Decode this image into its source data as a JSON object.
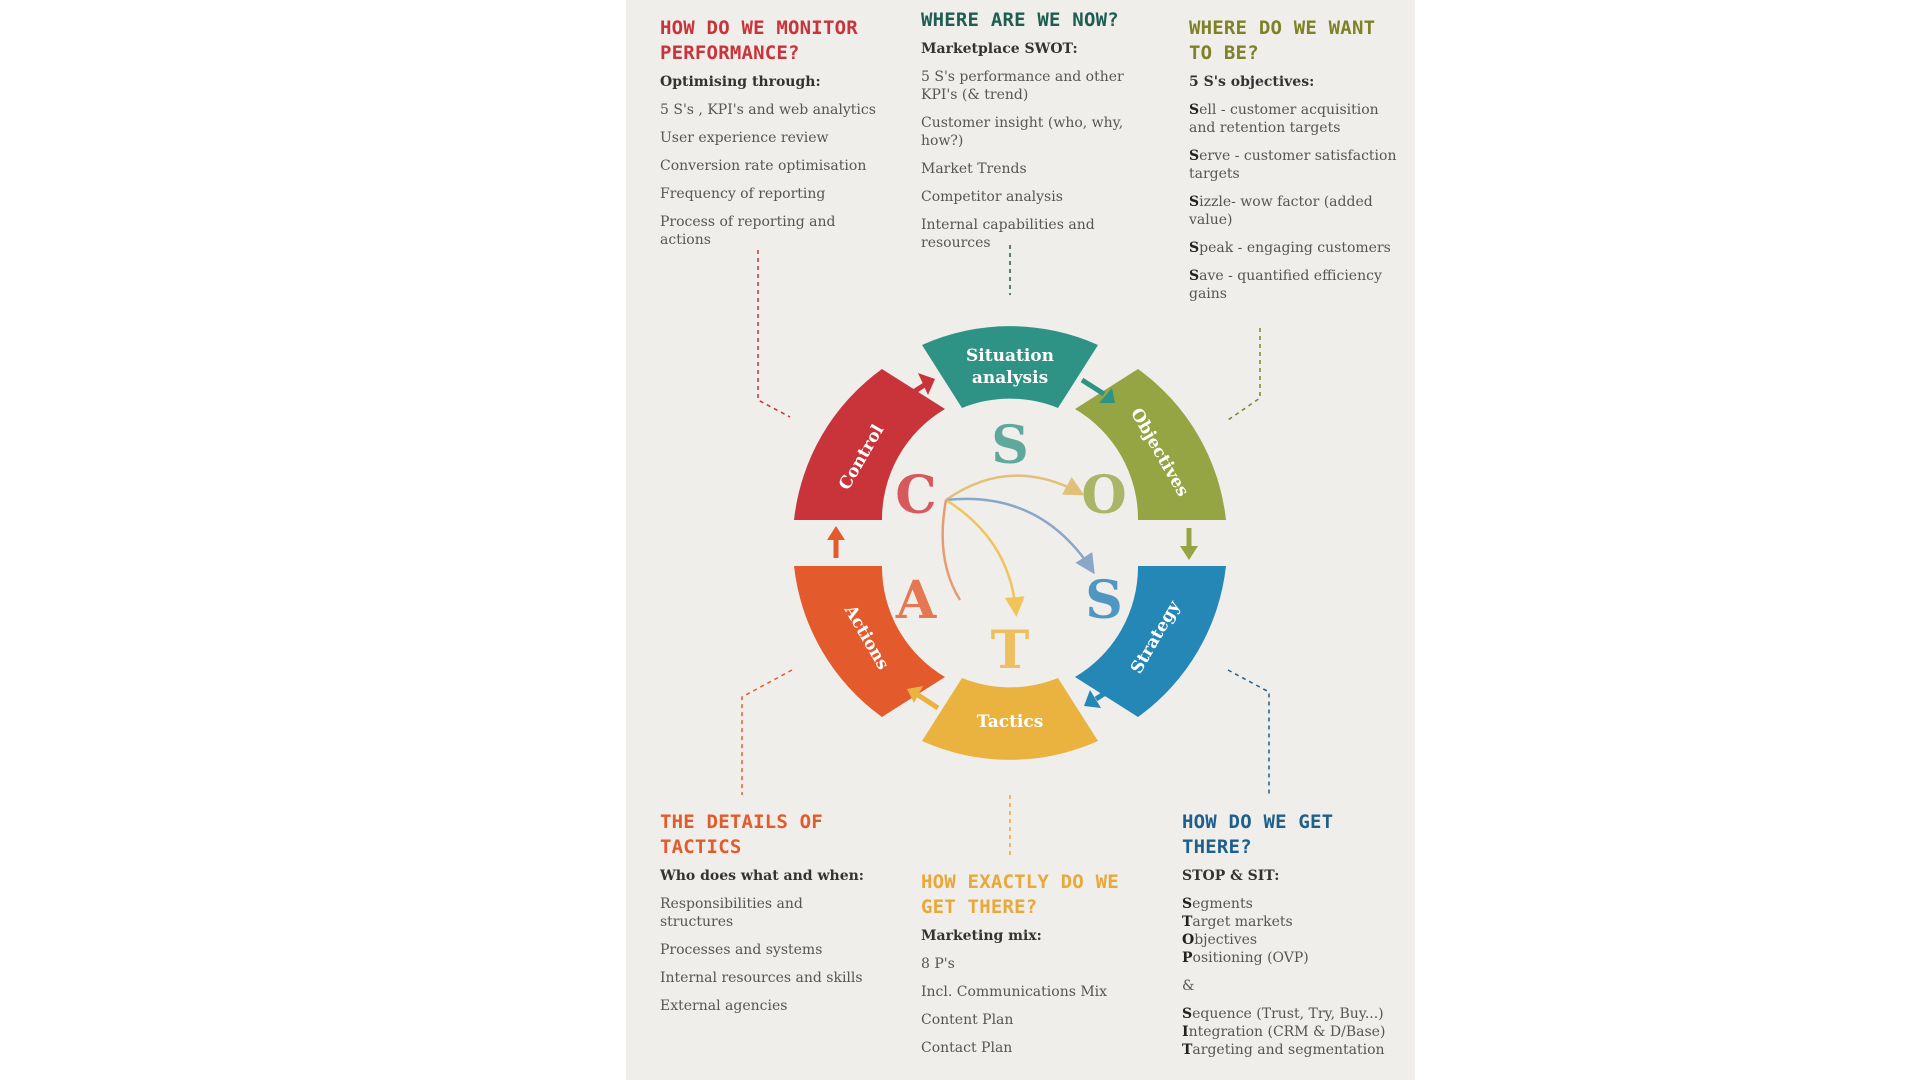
{
  "colors": {
    "control": "#c8343a",
    "situation": "#2e9385",
    "objectives": "#95a544",
    "strategy": "#2587b5",
    "tactics": "#eab33f",
    "actions": "#e35a2c",
    "heading_monitor": "#c8343a",
    "heading_now": "#1e5d52",
    "heading_want": "#7d8226",
    "heading_details": "#e35a2c",
    "heading_exactly": "#e8a83a",
    "heading_there": "#1e5f8c"
  },
  "monitor": {
    "title": "HOW DO WE MONITOR PERFORMANCE?",
    "intro": "Optimising through:",
    "items": [
      "5 S's , KPI's and web analytics",
      "User experience review",
      "Conversion rate optimisation",
      "Frequency of reporting",
      "Process of reporting and actions"
    ]
  },
  "now": {
    "title": "WHERE ARE WE NOW?",
    "intro": "Marketplace SWOT:",
    "items": [
      "5 S's performance and other KPI's (& trend)",
      "Customer insight (who, why, how?)",
      "Market Trends",
      "Competitor analysis",
      "Internal capabilities and resources"
    ]
  },
  "want": {
    "title": "WHERE DO WE WANT TO BE?",
    "intro": "5 S's objectives:",
    "items": [
      {
        "initial": "S",
        "rest": "ell - customer acquisition and retention targets"
      },
      {
        "initial": "S",
        "rest": "erve - customer satisfaction targets"
      },
      {
        "initial": "S",
        "rest": "izzle- wow factor (added value)"
      },
      {
        "initial": "S",
        "rest": "peak - engaging customers"
      },
      {
        "initial": "S",
        "rest": "ave - quantified efficiency gains"
      }
    ]
  },
  "details": {
    "title": "THE DETAILS OF TACTICS",
    "intro": "Who does what and when:",
    "items": [
      "Responsibilities and structures",
      "Processes and systems",
      "Internal resources and skills",
      "External agencies"
    ]
  },
  "exactly": {
    "title": "HOW EXACTLY DO WE GET THERE?",
    "intro": "Marketing mix:",
    "items": [
      "8 P's",
      "Incl. Communications Mix",
      "Content Plan",
      "Contact Plan"
    ]
  },
  "there": {
    "title": "HOW DO WE GET THERE?",
    "intro": "STOP & SIT:",
    "stop": [
      {
        "initial": "S",
        "rest": "egments"
      },
      {
        "initial": "T",
        "rest": "arget markets"
      },
      {
        "initial": "O",
        "rest": "bjectives"
      },
      {
        "initial": "P",
        "rest": "ositioning (OVP)"
      }
    ],
    "amp": "&",
    "sit": [
      {
        "initial": "S",
        "rest": "equence (Trust, Try, Buy...)"
      },
      {
        "initial": "I",
        "rest": "ntegration (CRM & D/Base)"
      },
      {
        "initial": "T",
        "rest": "argeting and segmentation"
      }
    ]
  },
  "wheel": {
    "situation_line1": "Situation",
    "situation_line2": "analysis",
    "objectives": "Objectives",
    "strategy": "Strategy",
    "tactics": "Tactics",
    "actions": "Actions",
    "control": "Control",
    "letter_s1": "S",
    "letter_o": "O",
    "letter_s2": "S",
    "letter_t": "T",
    "letter_a": "A",
    "letter_c": "C"
  }
}
